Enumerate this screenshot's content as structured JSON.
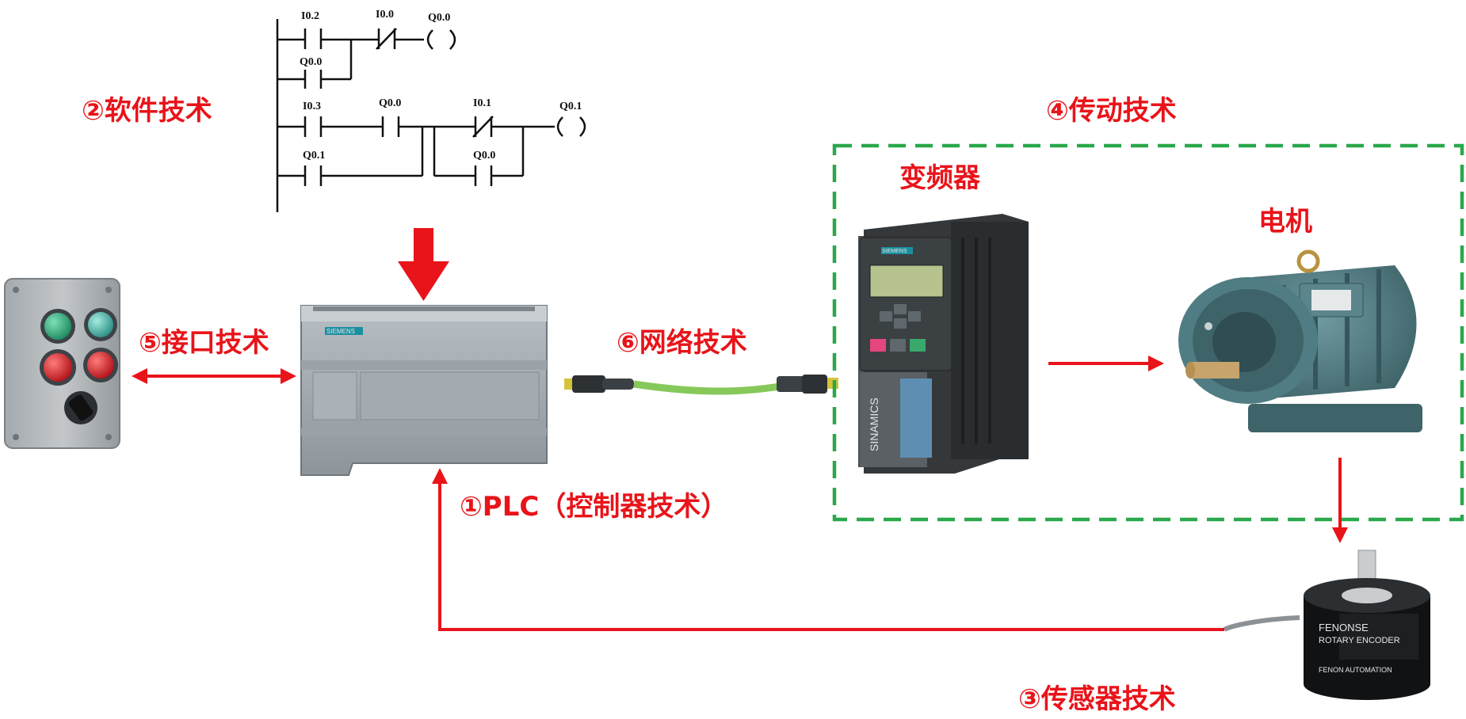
{
  "labels": {
    "plc": "①PLC（控制器技术）",
    "software": "②软件技术",
    "sensor": "③传感器技术",
    "drive": "④传动技术",
    "interface": "⑤接口技术",
    "network": "⑥网络技术",
    "inverter": "变频器",
    "motor": "电机"
  },
  "ladder": {
    "rung1": {
      "c1": "I0.2",
      "c2": "I0.0",
      "coil": "Q0.0",
      "branch": "Q0.0"
    },
    "rung2": {
      "c1": "I0.3",
      "c2": "Q0.0",
      "c3": "I0.1",
      "coil": "Q0.1",
      "branch1": "Q0.1",
      "branch2": "Q0.0"
    }
  },
  "devices": {
    "plc_brand": "SIEMENS",
    "inverter_brand": "SIEMENS",
    "inverter_series": "SINAMICS",
    "encoder_brand": "FENONSE",
    "encoder_type": "ROTARY ENCODER",
    "encoder_maker": "FENON AUTOMATION"
  },
  "colors": {
    "accent_red": "#e8141a",
    "drive_box": "#2aa84a",
    "cable_green": "#86c95a",
    "device_grey": "#8a9196",
    "motor_teal": "#4f7d83"
  }
}
